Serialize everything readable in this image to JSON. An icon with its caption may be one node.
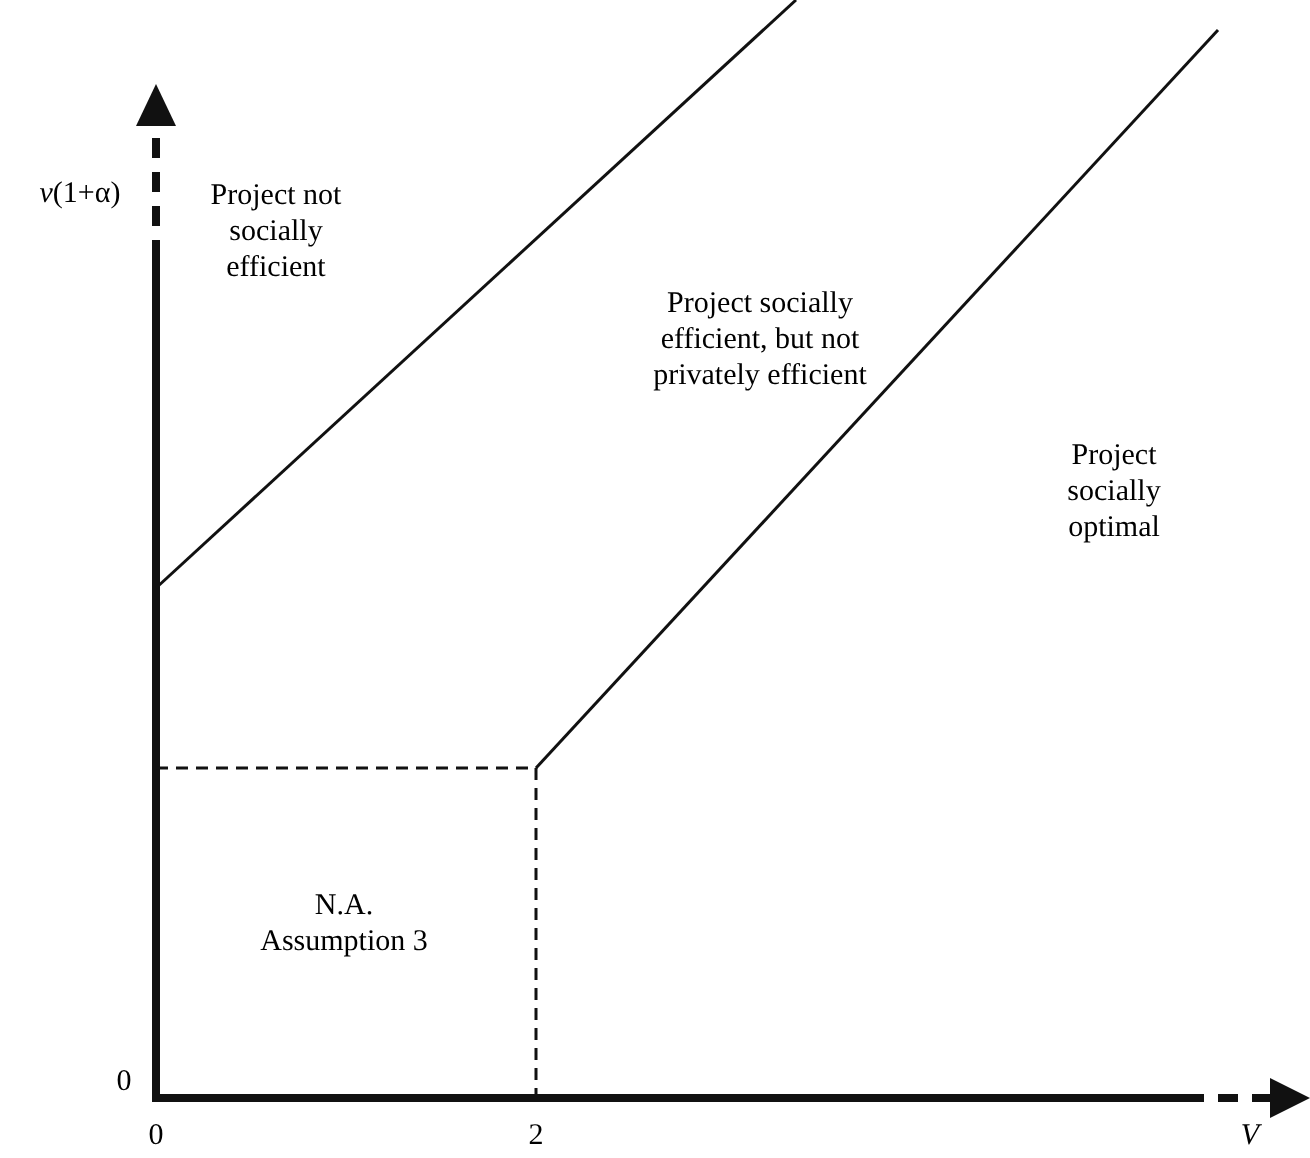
{
  "diagram": {
    "labels": [
      "*v*(1+α)",
      "Project not socially efficient",
      "Project socially efficient, but not privately efficient",
      "Project socially optimal",
      "N.A. Assumption 3",
      "0",
      "0",
      "2",
      "V"
    ]
  }
}
